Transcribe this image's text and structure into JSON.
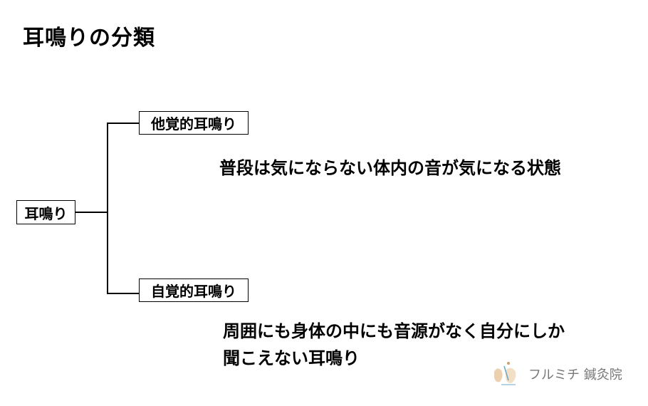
{
  "title": "耳鳴りの分類",
  "root": {
    "label": "耳鳴り"
  },
  "branches": [
    {
      "label": "他覚的耳鳴り",
      "description": [
        "普段は気にならない体内の音が気になる状態"
      ]
    },
    {
      "label": "自覚的耳鳴り",
      "description": [
        "周囲にも身体の中にも音源がなく自分にしか",
        "聞こえない耳鳴り"
      ]
    }
  ],
  "logo": {
    "name": "フルミチ 鍼灸院",
    "icon": "acupuncture-clinic-logo-icon",
    "colors": {
      "accent": "#e8c9a0",
      "blue": "#6aa9c9",
      "text": "#777777"
    }
  }
}
